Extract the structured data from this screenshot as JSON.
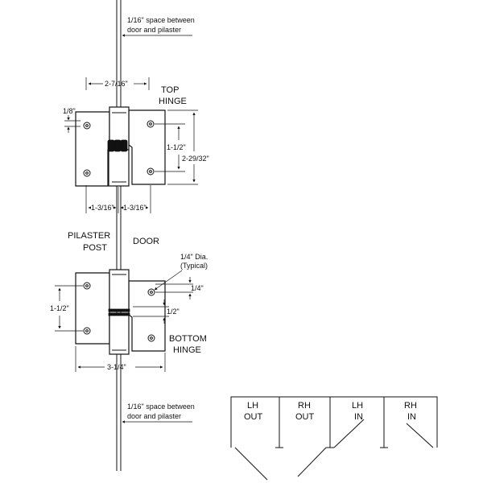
{
  "notes": {
    "spacing_top_line1": "1/16\" space between",
    "spacing_top_line2": "door and pilaster",
    "spacing_bottom_line1": "1/16\" space between",
    "spacing_bottom_line2": "door and pilaster"
  },
  "top_hinge": {
    "title_line1": "TOP",
    "title_line2": "HINGE",
    "dim_width": "2-7/16\"",
    "dim_offset": "1/8\"",
    "dim_hole_span": "1-1/2\"",
    "dim_height": "2-29/32\"",
    "dim_left_hole": "1-3/16\"",
    "dim_right_hole": "1-3/16\""
  },
  "labels": {
    "pilaster_line1": "PILASTER",
    "pilaster_line2": "POST",
    "door": "DOOR"
  },
  "bottom_hinge": {
    "title_line1": "BOTTOM",
    "title_line2": "HINGE",
    "dim_hole_dia_line1": "1/4\" Dia.",
    "dim_hole_dia_line2": "(Typical)",
    "dim_quarter": "1/4\"",
    "dim_half": "1/2\"",
    "dim_hole_span": "1-1/2\"",
    "dim_width": "3-1/4\""
  },
  "door_swings": [
    {
      "line1": "LH",
      "line2": "OUT"
    },
    {
      "line1": "RH",
      "line2": "OUT"
    },
    {
      "line1": "LH",
      "line2": "IN"
    },
    {
      "line1": "RH",
      "line2": "IN"
    }
  ]
}
